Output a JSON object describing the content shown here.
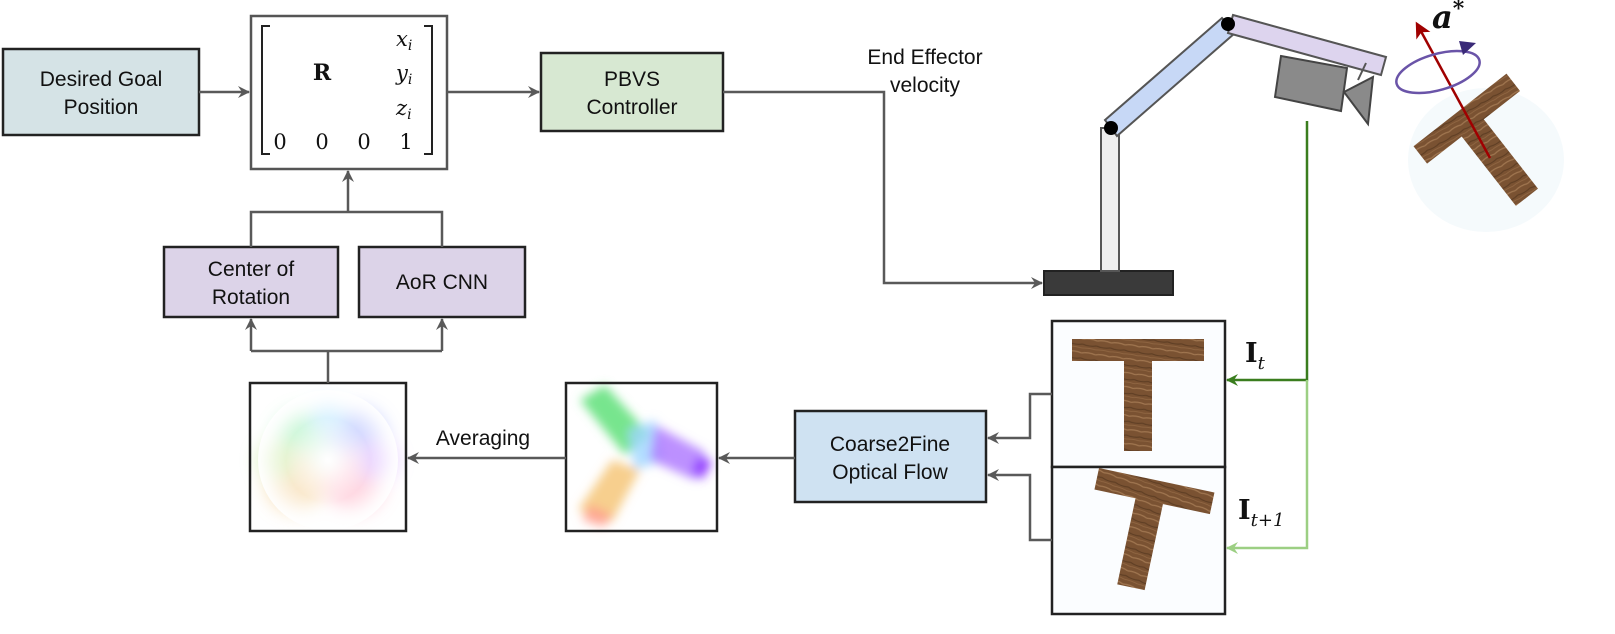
{
  "boxes": {
    "desired_goal": [
      "Desired Goal",
      "Position"
    ],
    "pbvs": [
      "PBVS",
      "Controller"
    ],
    "center_rotation": [
      "Center of",
      "Rotation"
    ],
    "aor_cnn": "AoR CNN",
    "coarse2fine": [
      "Coarse2Fine",
      "Optical Flow"
    ]
  },
  "matrix": {
    "rotation": "R",
    "col4": [
      "x",
      "y",
      "z"
    ],
    "col4_subscript": "i",
    "bottom_row": [
      "0",
      "0",
      "0",
      "1"
    ]
  },
  "labels": {
    "end_effector": [
      "End Effector",
      "velocity"
    ],
    "averaging": "Averaging",
    "frame_t": "I",
    "frame_t_sub": "t",
    "frame_t1": "I",
    "frame_t1_sub": "t+1",
    "axis": "a",
    "axis_sup": "*"
  },
  "colors": {
    "goal_fill": "#d5e3e6",
    "pbvs_fill": "#d7e8d2",
    "purple_fill": "#dcd3e8",
    "flow_fill": "#cfe2f2",
    "arrow": "#595959",
    "green_dark": "#3a7d1e",
    "green_light": "#9ccf83",
    "axis_red": "#a00000",
    "axis_purple": "#6a54a8",
    "wood": "#7a5232"
  }
}
